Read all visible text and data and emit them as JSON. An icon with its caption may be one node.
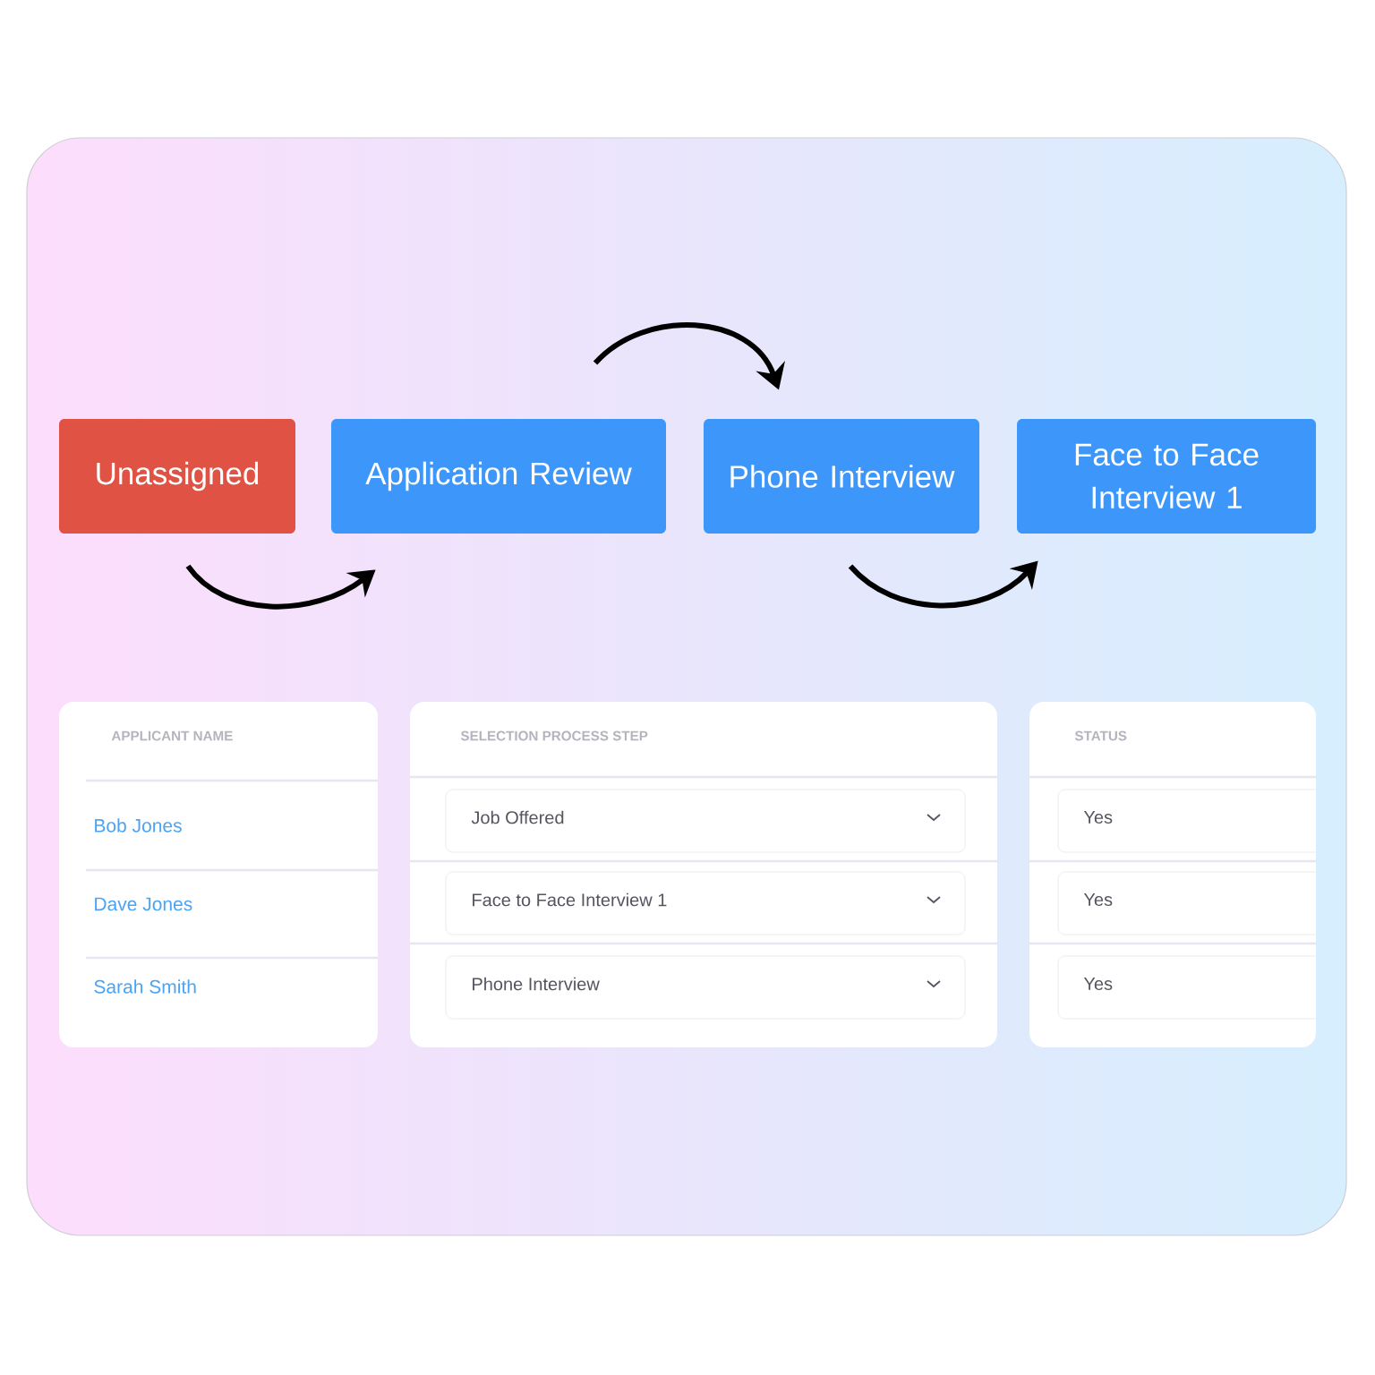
{
  "diagram": {
    "nodes": [
      {
        "text": [
          "Unassigned"
        ]
      },
      {
        "text": [
          "Application Review"
        ]
      },
      {
        "text": [
          "Phone Interview"
        ]
      },
      {
        "text": [
          "Face to Face Interview 1"
        ]
      }
    ],
    "edges": [
      {
        "from": 0,
        "to": 1,
        "arrow": "to"
      },
      {
        "from": 1,
        "to": 2,
        "arrow": "to"
      },
      {
        "from": 2,
        "to": 3,
        "arrow": "to"
      }
    ],
    "labels": [
      "APPLICANT NAME",
      "SELECTION PROCESS STEP",
      "STATUS",
      "Bob Jones",
      "Job Offered",
      "Yes",
      "Dave Jones",
      "Face to Face Interview 1",
      "Yes",
      "Sarah Smith",
      "Phone Interview",
      "Yes"
    ]
  }
}
